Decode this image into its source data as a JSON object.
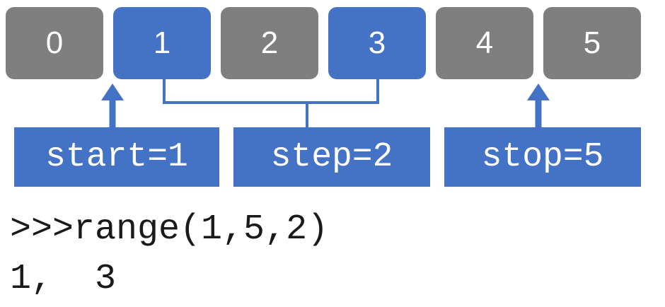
{
  "cells": [
    {
      "value": "0",
      "highlighted": false
    },
    {
      "value": "1",
      "highlighted": true
    },
    {
      "value": "2",
      "highlighted": false
    },
    {
      "value": "3",
      "highlighted": true
    },
    {
      "value": "4",
      "highlighted": false
    },
    {
      "value": "5",
      "highlighted": false
    }
  ],
  "labels": {
    "start": "start=1",
    "step": "step=2",
    "stop": "stop=5"
  },
  "code": {
    "call": ">>>range(1,5,2)",
    "output": "1,  3"
  },
  "colors": {
    "highlight": "#4472c4",
    "default": "#7f7f7f"
  }
}
